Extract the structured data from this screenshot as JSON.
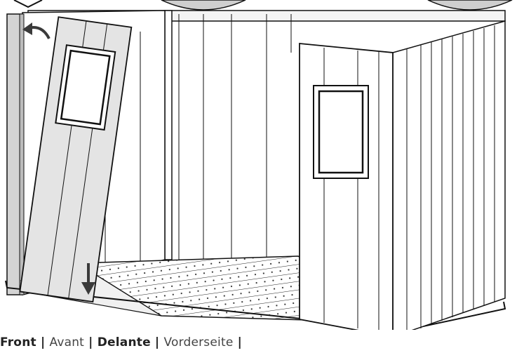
{
  "caption": {
    "t1": "Front",
    "s1": " | ",
    "t2": "Avant",
    "s2": " | ",
    "t3": "Delante",
    "s3": " | ",
    "t4": "Vorderseite",
    "s4": " |"
  },
  "colors": {
    "line": "#111111",
    "panel_fill": "#ffffff",
    "shade": "#d0d0d0",
    "shade_dark": "#bdbdbd",
    "arrow": "#3a3a3a"
  },
  "icons": [
    "curved-arrow-icon",
    "down-arrow-icon"
  ]
}
